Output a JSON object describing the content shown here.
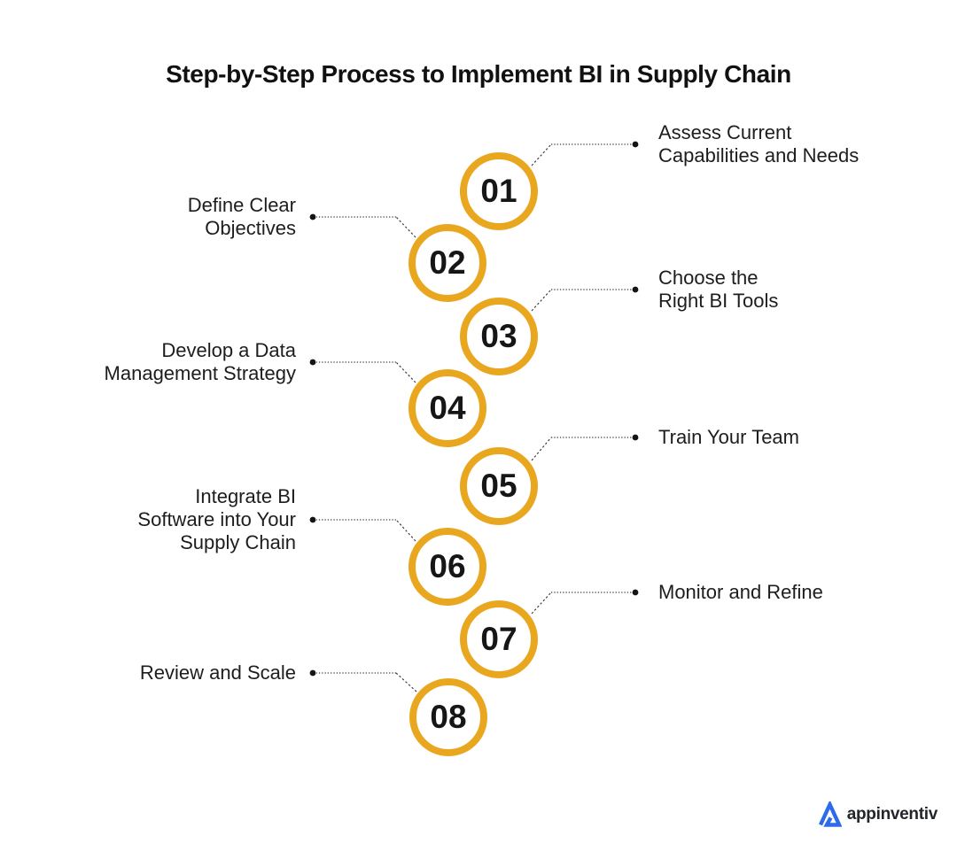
{
  "title": "Step-by-Step Process to Implement BI in Supply Chain",
  "steps": [
    {
      "number": "01",
      "label": "Assess Current\nCapabilities and Needs"
    },
    {
      "number": "02",
      "label": "Define Clear\nObjectives"
    },
    {
      "number": "03",
      "label": "Choose the\nRight BI Tools"
    },
    {
      "number": "04",
      "label": "Develop a Data\nManagement Strategy"
    },
    {
      "number": "05",
      "label": "Train Your Team"
    },
    {
      "number": "06",
      "label": "Integrate BI\nSoftware into Your\nSupply Chain"
    },
    {
      "number": "07",
      "label": "Monitor and Refine"
    },
    {
      "number": "08",
      "label": "Review and Scale"
    }
  ],
  "footer": {
    "logo_text": "appinventiv"
  },
  "colors": {
    "ring": "#E9A71F",
    "number": "#161616",
    "label": "#1D1D1D",
    "connector": "#3F3F3F",
    "dot": "#141414",
    "logo_blue": "#2D6BEB",
    "logo_text": "#23252B"
  }
}
